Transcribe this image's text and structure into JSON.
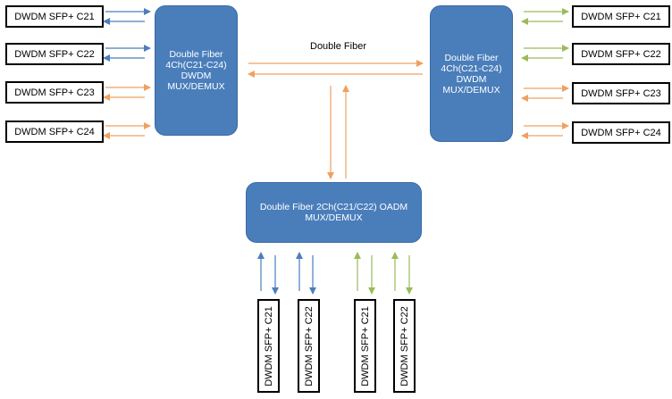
{
  "left_ports": [
    "DWDM SFP+ C21",
    "DWDM SFP+ C22",
    "DWDM SFP+ C23",
    "DWDM SFP+ C24"
  ],
  "right_ports": [
    "DWDM SFP+ C21",
    "DWDM SFP+ C22",
    "DWDM SFP+ C23",
    "DWDM SFP+ C24"
  ],
  "bottom_ports": [
    "DWDM SFP+ C21",
    "DWDM SFP+ C22",
    "DWDM SFP+ C21",
    "DWDM SFP+ C22"
  ],
  "left_mux": [
    "Double Fiber",
    "4Ch(C21-C24)",
    "DWDM",
    "MUX/DEMUX"
  ],
  "right_mux": [
    "Double Fiber",
    "4Ch(C21-C24)",
    "DWDM",
    "MUX/DEMUX"
  ],
  "oadm": [
    "Double Fiber 2Ch(C21/C22) OADM",
    "MUX/DEMUX"
  ],
  "link_label": "Double Fiber",
  "colors": {
    "blue": "#4a7ebb",
    "orange": "#f0a060",
    "green": "#9bbb59",
    "box": "#4a7ebb"
  }
}
